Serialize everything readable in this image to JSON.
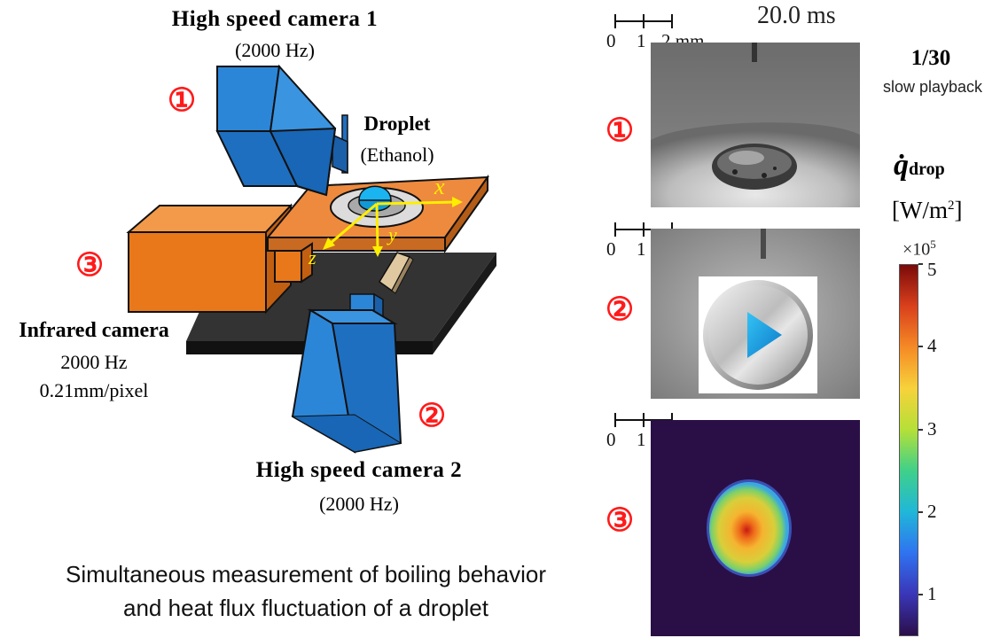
{
  "diagram": {
    "camera1": {
      "title": "High speed camera 1",
      "rate": "(2000 Hz)",
      "marker": "①"
    },
    "camera2": {
      "title": "High speed camera 2",
      "rate": "(2000 Hz)",
      "marker": "②"
    },
    "camera3": {
      "title": "Infrared camera",
      "rate": "2000 Hz",
      "resolution": "0.21mm/pixel",
      "marker": "③"
    },
    "droplet": {
      "title": "Droplet",
      "subtitle": "(Ethanol)"
    },
    "axes": {
      "x": "x",
      "y": "y",
      "z": "z"
    }
  },
  "caption": {
    "line1": "Simultaneous measurement of boiling behavior",
    "line2": "and heat flux fluctuation of a droplet"
  },
  "video": {
    "timestamp": "20.0 ms",
    "playback_ratio": "1/30",
    "playback_label": "slow playback",
    "scale_ticks": [
      "0",
      "1",
      "2 mm"
    ],
    "panel_markers": [
      "①",
      "②",
      "③"
    ]
  },
  "colorbar": {
    "quantity": "q̇",
    "subscript": "drop",
    "unit_open": "[W/m",
    "unit_sup": "2",
    "unit_close": "]",
    "multiplier_base": "×10",
    "multiplier_exp": "5",
    "ticks": [
      "1",
      "2",
      "3",
      "4",
      "5"
    ],
    "min": 0.5,
    "max": 5,
    "colors": [
      "#2b0f4a",
      "#3a36b8",
      "#2f73f0",
      "#20b7d8",
      "#3fd08a",
      "#b5e038",
      "#f7d23b",
      "#f58a25",
      "#d9401c",
      "#7a0a0a"
    ]
  },
  "colors": {
    "marker_red": "#ff1a1a",
    "camera_blue": "#1f6fc0",
    "camera_orange": "#e07a1f",
    "stage_orange": "#ee8a3d",
    "axis_yellow": "#ffee00",
    "droplet_cyan": "#1ab4f0"
  }
}
